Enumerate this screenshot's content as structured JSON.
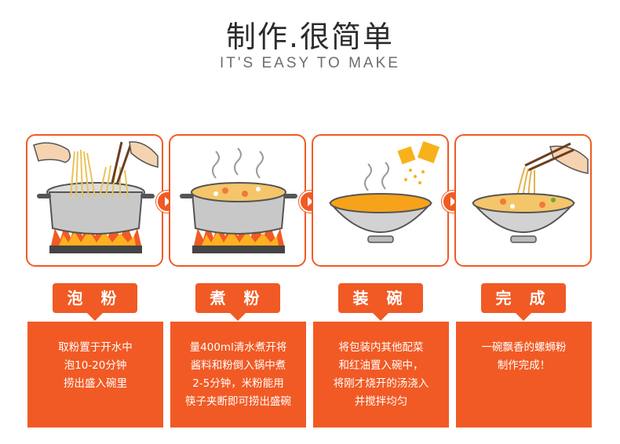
{
  "header": {
    "title": "制作.很简单",
    "subtitle": "IT'S EASY TO MAKE"
  },
  "colors": {
    "accent": "#f15a24",
    "text": "#2b2b2b",
    "subtitle": "#6e6e6e"
  },
  "steps": [
    {
      "label": "泡 粉",
      "lines": [
        "取粉置于开水中",
        "泡10-20分钟",
        "捞出盛入碗里"
      ]
    },
    {
      "label": "煮 粉",
      "lines": [
        "量400ml清水煮开将",
        "酱料和粉倒入锅中煮",
        "2-5分钟，米粉能用",
        "筷子夹断即可捞出盛碗"
      ]
    },
    {
      "label": "装 碗",
      "lines": [
        "将包装内其他配菜",
        "和红油置入碗中，",
        "将刚才烧开的汤浇入",
        "并搅拌均匀"
      ]
    },
    {
      "label": "完 成",
      "lines": [
        "一碗飘香的螺蛳粉",
        "制作完成！"
      ]
    }
  ]
}
